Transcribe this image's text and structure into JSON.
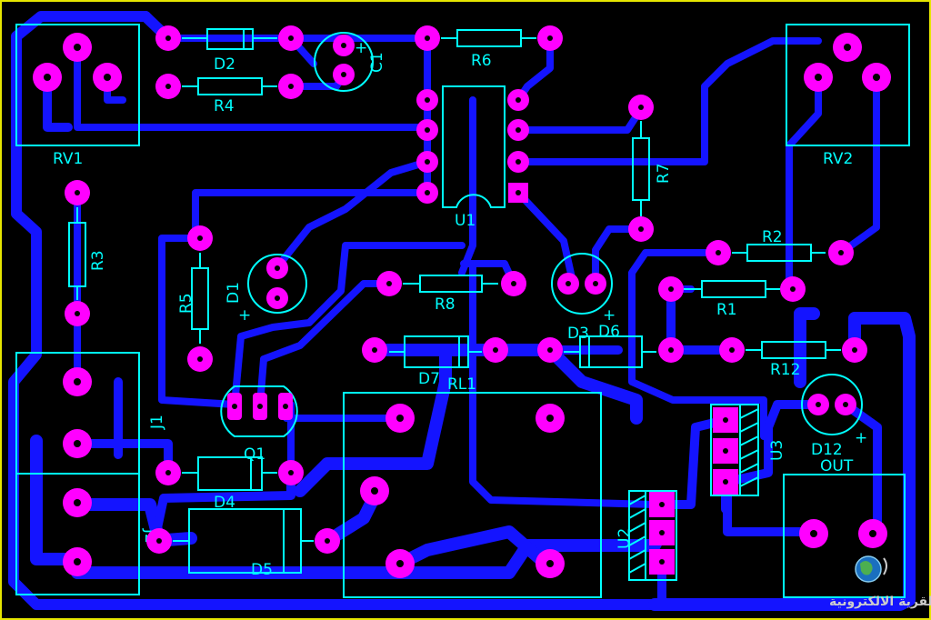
{
  "board": {
    "background": "#000000",
    "border_color": "#e6e600",
    "trace_color": "#1414ff",
    "pad_color": "#ff00ff",
    "silk_color": "#00ffff"
  },
  "labels": {
    "rv1": "RV1",
    "rv2": "RV2",
    "d2": "D2",
    "r4": "R4",
    "c1": "C1",
    "r6": "R6",
    "u1": "U1",
    "r7": "R7",
    "r3": "R3",
    "r5": "R5",
    "d1": "D1",
    "d1_plus": "+",
    "r8": "R8",
    "r2": "R2",
    "r1": "R1",
    "d3": "D3",
    "d6": "D6",
    "d6_plus": "+",
    "r12": "R12",
    "d7": "D7",
    "rl1": "RL1",
    "j1": "J1",
    "q1": "Q1",
    "d4": "D4",
    "j2": "J2",
    "d5": "D5",
    "u2": "U2",
    "u3": "U3",
    "d12": "D12",
    "d12_plus": "+",
    "out": "OUT",
    "c1_plus": "+"
  },
  "logo": {
    "text": "القرية الالكترونية",
    "icon": "globe-logo-icon"
  }
}
